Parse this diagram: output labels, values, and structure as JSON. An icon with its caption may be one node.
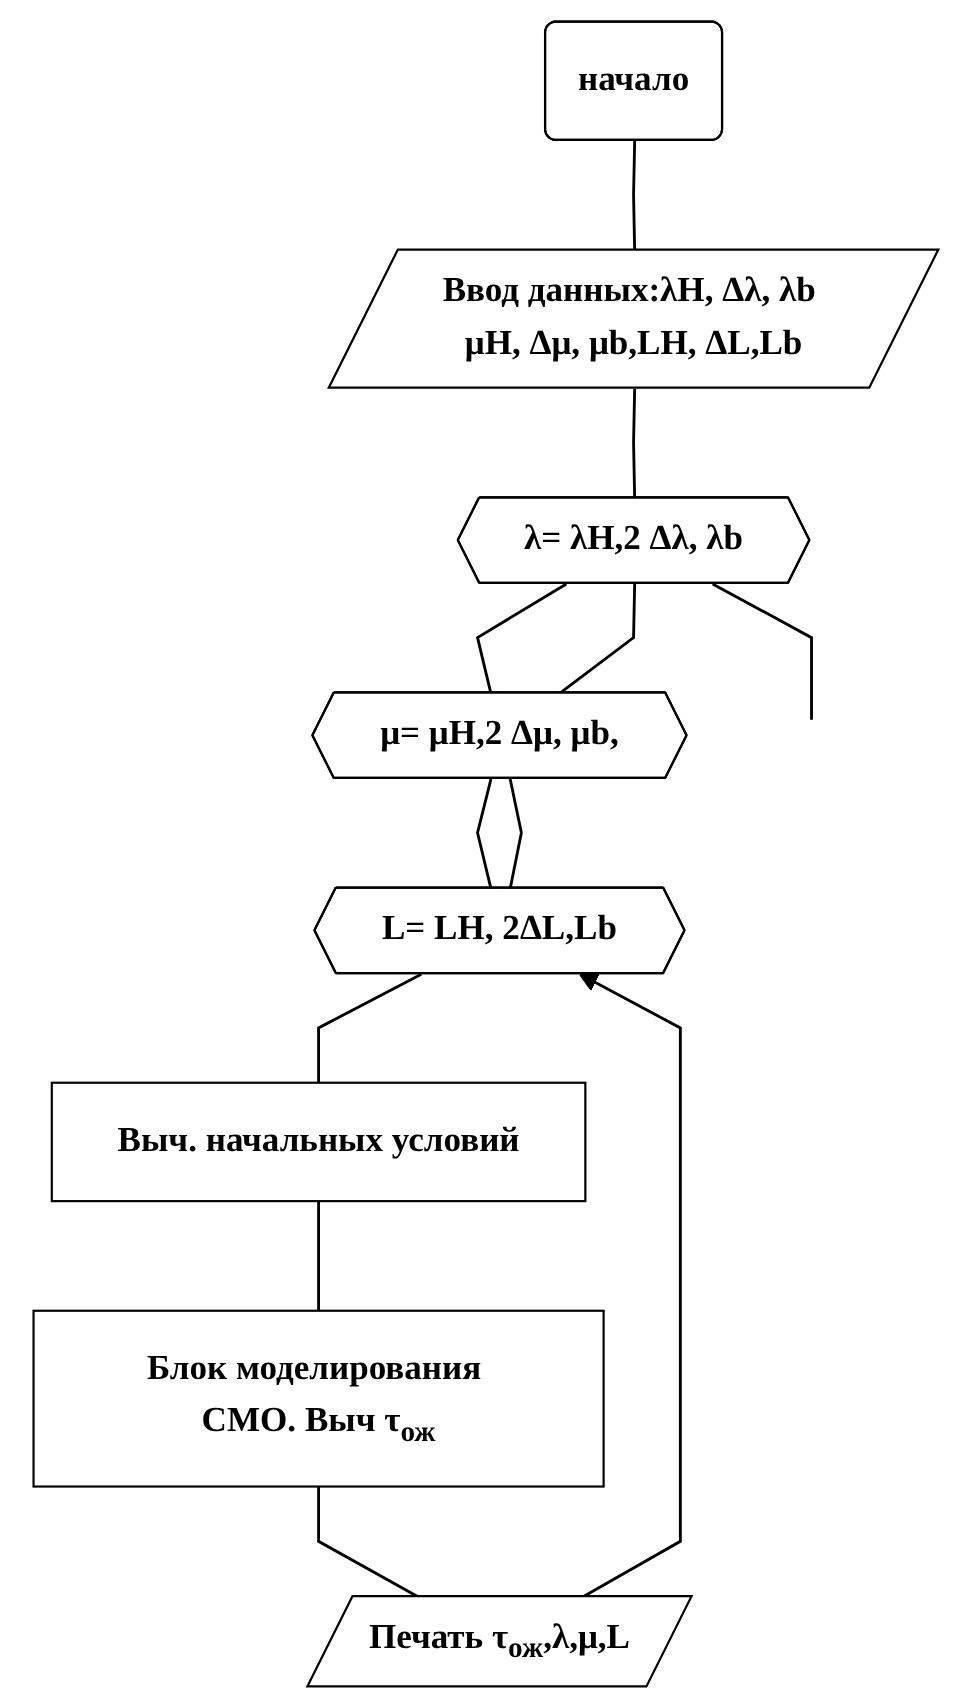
{
  "diagram": {
    "nodes": [
      {
        "text": [
          "начало"
        ]
      },
      {
        "text": [
          "Ввод данных:λH, Δλ, λb μH, Δμ, μb,LH, ΔL,Lb"
        ]
      },
      {
        "text": [
          "λ= λH,2 Δλ, λb"
        ]
      },
      {
        "text": [
          "μ= μH,2 Δμ, μb,"
        ]
      },
      {
        "text": [
          "L= LH, 2ΔL,Lb"
        ]
      },
      {
        "text": [
          "Выч. начальных условий"
        ]
      },
      {
        "text": [
          "Блок моделирования СМО. Выч τ$_{ож}$"
        ]
      },
      {
        "text": [
          "Печать τ$_{ож}$,λ,μ,L"
        ]
      }
    ],
    "edges": [
      {
        "from": 0,
        "to": 1,
        "arrow": "none"
      },
      {
        "from": 1,
        "to": 2,
        "arrow": "none"
      },
      {
        "from": 2,
        "to": 3,
        "arrow": "none"
      },
      {
        "from": 3,
        "to": 4,
        "arrow": "none"
      },
      {
        "from": 4,
        "to": 5,
        "arrow": "none"
      },
      {
        "from": 5,
        "to": 6,
        "arrow": "none"
      },
      {
        "from": 6,
        "to": 7,
        "arrow": "none"
      },
      {
        "from": 7,
        "to": 4,
        "arrow": "to"
      },
      {
        "from": 4,
        "to": 3,
        "arrow": "none"
      },
      {
        "from": 3,
        "to": 2,
        "arrow": "none"
      },
      {
        "from": 2,
        "to": null,
        "arrow": "none"
      }
    ]
  }
}
